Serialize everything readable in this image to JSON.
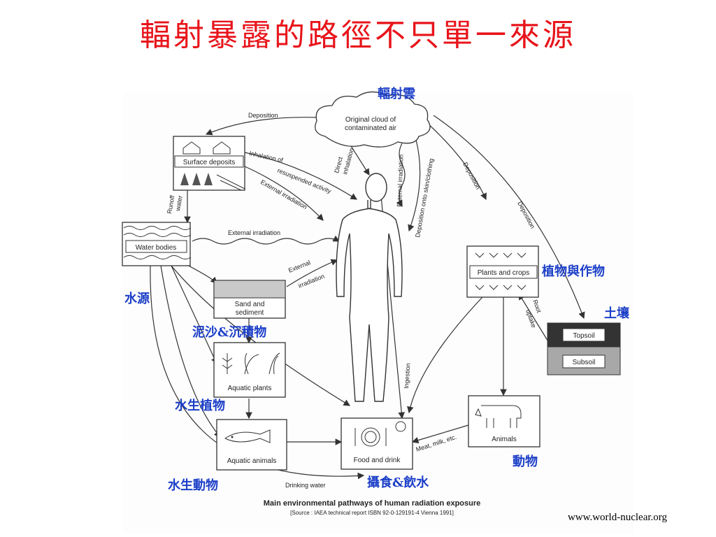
{
  "title": "輻射暴露的路徑不只單一來源",
  "url": "www.world-nuclear.org",
  "labels_zh": {
    "cloud": "輻射雲",
    "plants": "植物與作物",
    "soil": "土壤",
    "water": "水源",
    "sand": "泥沙&沉積物",
    "aquatic_plants": "水生植物",
    "aquatic_animals": "水生動物",
    "food": "攝食&飲水",
    "animals": "動物"
  },
  "diagram": {
    "cloud": "Original cloud of",
    "cloud2": "contaminated air",
    "surface": "Surface deposits",
    "water": "Water bodies",
    "sand1": "Sand and",
    "sand2": "sediment",
    "aquatic_plants": "Aquatic plants",
    "aquatic_animals": "Aquatic animals",
    "food": "Food and drink",
    "plants": "Plants and crops",
    "topsoil": "Topsoil",
    "subsoil": "Subsoil",
    "animals": "Animals",
    "deposition": "Deposition",
    "inhalation1": "Inhalation of",
    "inhalation2": "resuspended activity",
    "ext_irr": "External irradiation",
    "runoff1": "Runoff",
    "runoff2": "water",
    "direct1": "Direct",
    "direct2": "inhalation",
    "skin": "Deposition onto skin/clothing",
    "external1": "External",
    "external2": "irradiation",
    "root1": "Root",
    "root2": "uptake",
    "ingestion": "Ingestion",
    "meat": "Meat, milk, etc.",
    "drinking": "Drinking water",
    "caption": "Main environmental pathways of human radiation exposure",
    "source": "[Source : IAEA technical report ISBN 92-0-129191-4 Vienna 1991]"
  }
}
